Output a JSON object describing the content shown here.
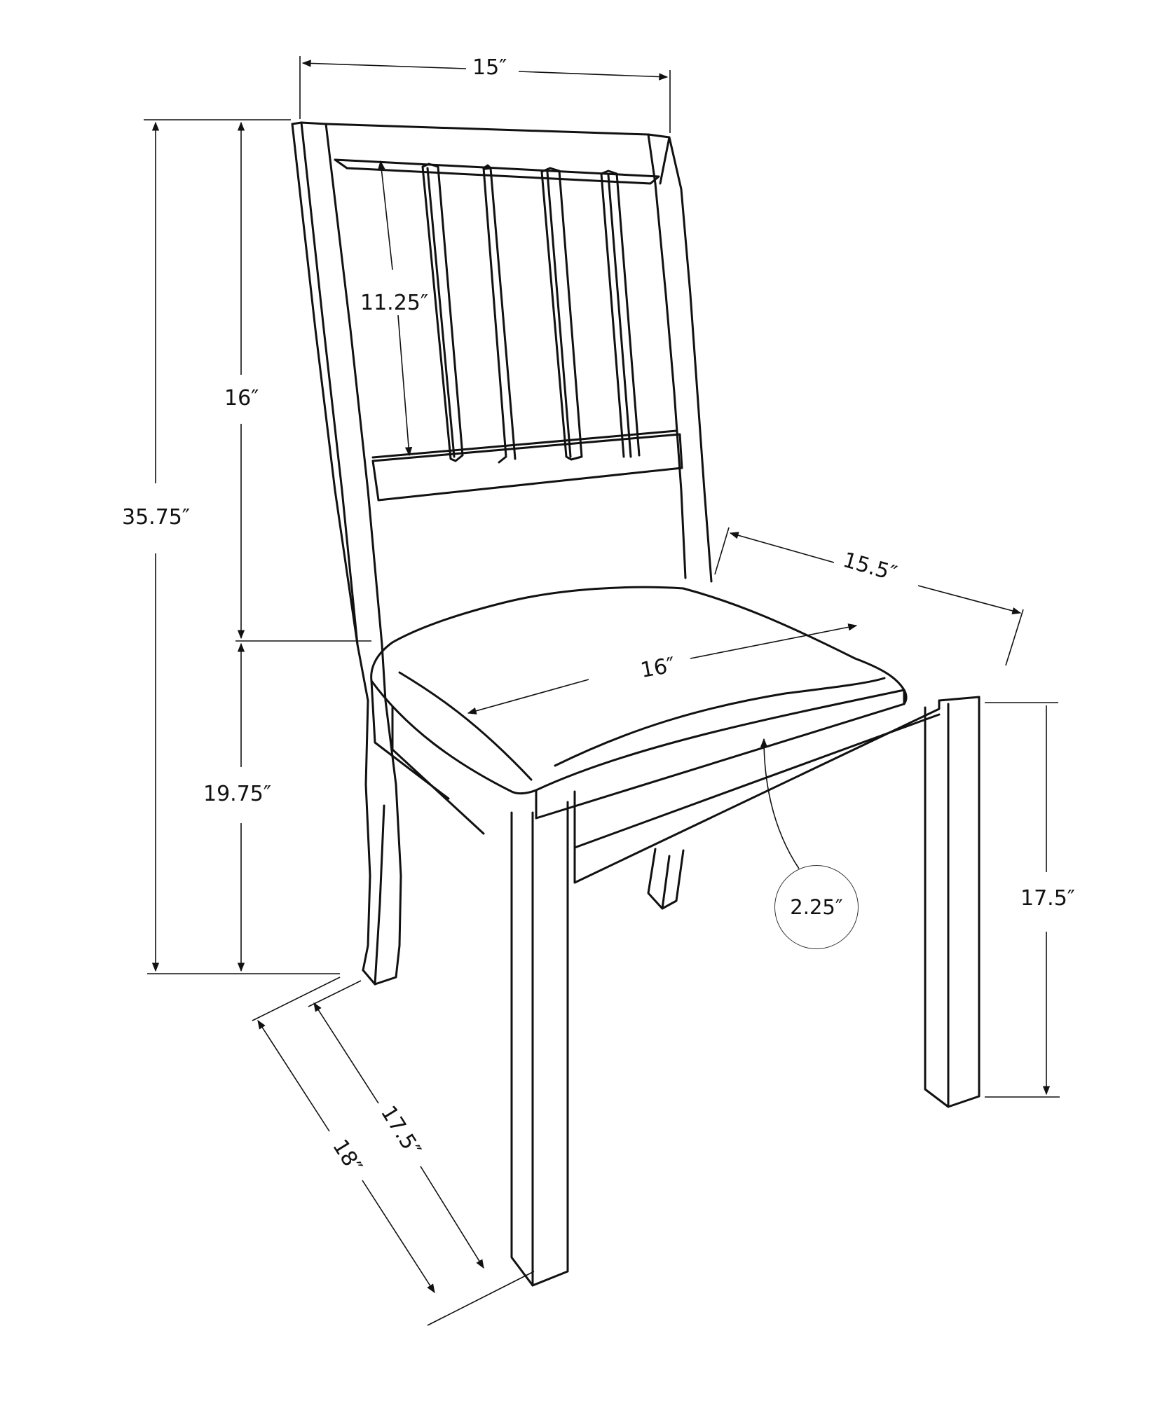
{
  "diagram": {
    "subject": "Dining side chair with slatted back and upholstered seat",
    "units": "inches",
    "line_color": "#111111",
    "background": "#ffffff"
  },
  "dimensions": {
    "back_width": {
      "label": "15″",
      "value": 15
    },
    "overall_height": {
      "label": "35.75″",
      "value": 35.75
    },
    "back_height": {
      "label": "16″",
      "value": 16
    },
    "slat_height": {
      "label": "11.25″",
      "value": 11.25
    },
    "seat_height_back": {
      "label": "19.75″",
      "value": 19.75
    },
    "seat_depth": {
      "label": "15.5″",
      "value": 15.5
    },
    "seat_width": {
      "label": "16″",
      "value": 16
    },
    "seat_thickness": {
      "label": "2.25″",
      "value": 2.25
    },
    "seat_height_front": {
      "label": "17.5″",
      "value": 17.5
    },
    "base_depth_inner": {
      "label": "17.5″",
      "value": 17.5
    },
    "overall_depth": {
      "label": "18″",
      "value": 18
    }
  }
}
